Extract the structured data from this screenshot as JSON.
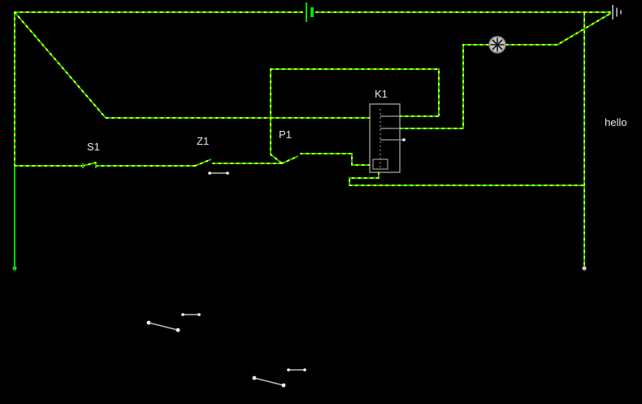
{
  "labels": {
    "s1": "S1",
    "z1": "Z1",
    "p1": "P1",
    "k1": "K1",
    "note": "hello"
  },
  "colors": {
    "background": "#000000",
    "wire": "#00d000",
    "current_dots": "#ffff00",
    "neutral_parts": "#bbbbbb",
    "label_text": "#e8e8e8"
  },
  "components": [
    {
      "name": "battery-symbol",
      "label": ""
    },
    {
      "name": "ground-symbol",
      "label": ""
    },
    {
      "name": "lamp-symbol",
      "label": ""
    },
    {
      "name": "relay",
      "label": "K1"
    },
    {
      "name": "switch",
      "label": "S1"
    },
    {
      "name": "switch",
      "label": "Z1"
    },
    {
      "name": "pushbutton",
      "label": "P1"
    },
    {
      "name": "spare-changeover-switch-1",
      "label": ""
    },
    {
      "name": "spare-changeover-switch-2",
      "label": ""
    },
    {
      "name": "text-note",
      "label": "hello"
    }
  ]
}
